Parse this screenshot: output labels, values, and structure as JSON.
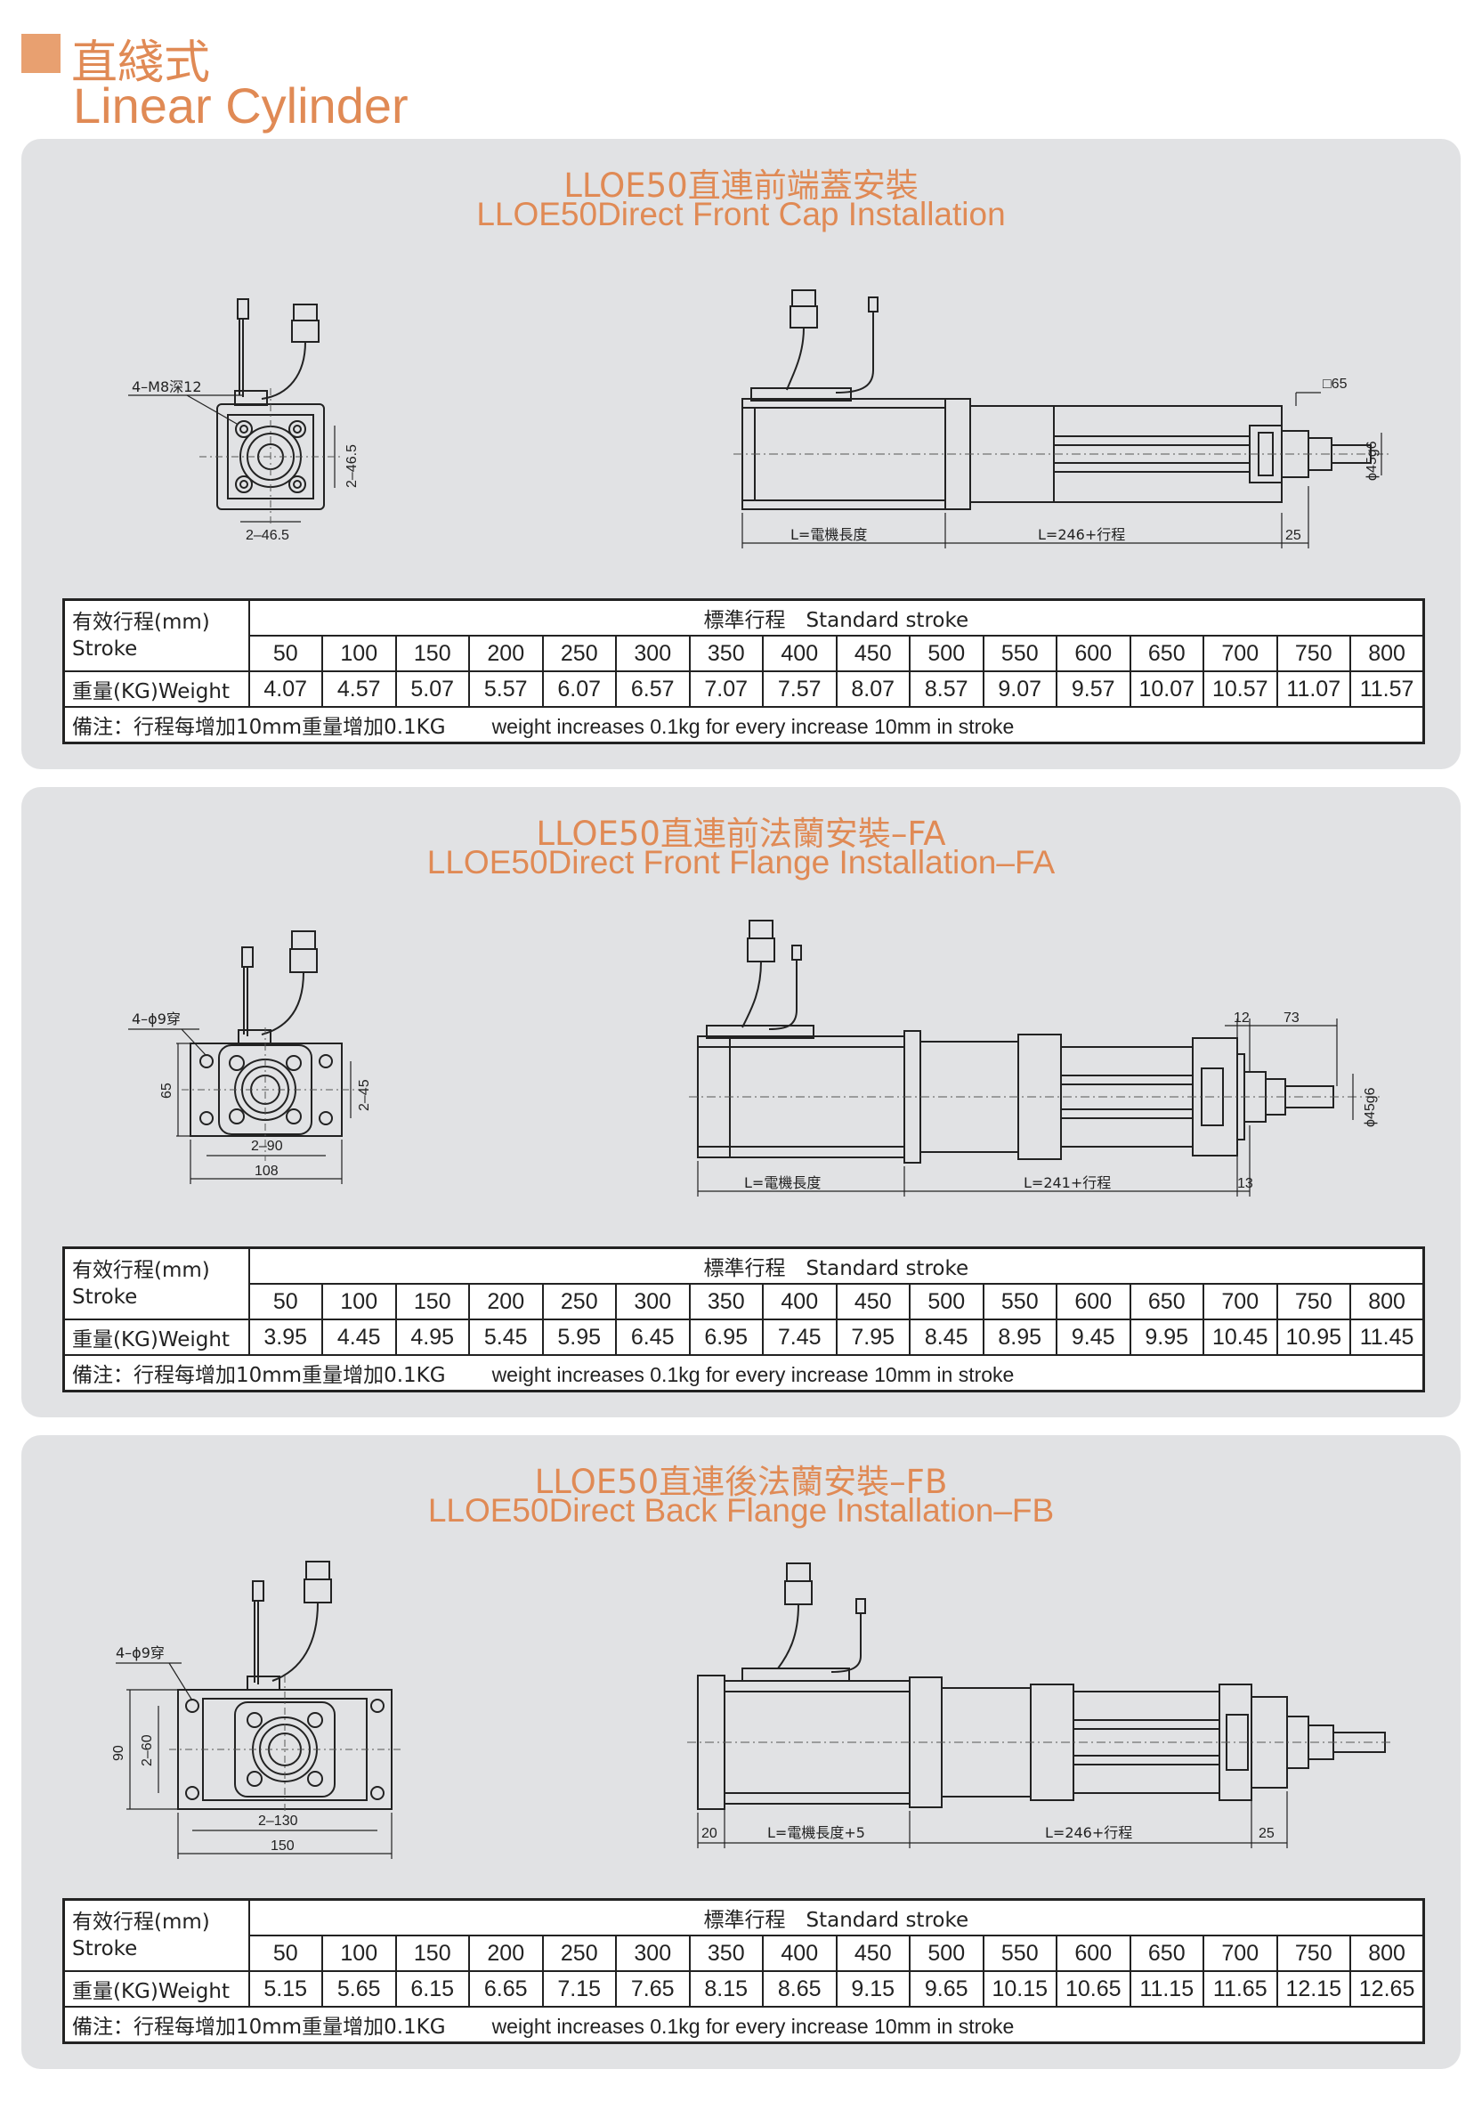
{
  "header": {
    "title_cn": "直綫式",
    "title_en": "Linear Cylinder"
  },
  "labels": {
    "stroke_cn": "有效行程(mm)",
    "stroke_en": "Stroke",
    "standard_stroke": "標準行程　Standard stroke",
    "weight": "重量(KG)Weight",
    "note_cn": "備注：行程每增加10mm重量增加0.1KG",
    "note_en": "weight increases 0.1kg for every increase 10mm in stroke"
  },
  "strokes": [
    "50",
    "100",
    "150",
    "200",
    "250",
    "300",
    "350",
    "400",
    "450",
    "500",
    "550",
    "600",
    "650",
    "700",
    "750",
    "800"
  ],
  "sections": [
    {
      "title_cn": "LLOE50直連前端蓋安裝",
      "title_en": "LLOE50Direct Front Cap Installation",
      "weights": [
        "4.07",
        "4.57",
        "5.07",
        "5.57",
        "6.07",
        "6.57",
        "7.07",
        "7.57",
        "8.07",
        "8.57",
        "9.07",
        "9.57",
        "10.07",
        "10.57",
        "11.07",
        "11.57"
      ],
      "dims": {
        "holes": "4–M8深12",
        "side_v": "2–46.5",
        "side_h": "2–46.5",
        "square": "□65",
        "motor_len": "L=電機長度",
        "body_len": "L=246+行程",
        "end": "25",
        "shaft": "ϕ45g6"
      }
    },
    {
      "title_cn": "LLOE50直連前法蘭安裝–FA",
      "title_en": "LLOE50Direct Front Flange Installation–FA",
      "weights": [
        "3.95",
        "4.45",
        "4.95",
        "5.45",
        "5.95",
        "6.45",
        "6.95",
        "7.45",
        "7.95",
        "8.45",
        "8.95",
        "9.45",
        "9.95",
        "10.45",
        "10.95",
        "11.45"
      ],
      "dims": {
        "holes": "4–ϕ9穿",
        "height": "65",
        "side_v": "2–45",
        "side_h": "2–90",
        "width": "108",
        "top_a": "12",
        "top_b": "73",
        "motor_len": "L=電機長度",
        "body_len": "L=241+行程",
        "end": "13",
        "shaft": "ϕ45g6"
      }
    },
    {
      "title_cn": "LLOE50直連後法蘭安裝–FB",
      "title_en": "LLOE50Direct Back Flange Installation–FB",
      "weights": [
        "5.15",
        "5.65",
        "6.15",
        "6.65",
        "7.15",
        "7.65",
        "8.15",
        "8.65",
        "9.15",
        "9.65",
        "10.15",
        "10.65",
        "11.15",
        "11.65",
        "12.15",
        "12.65"
      ],
      "dims": {
        "holes": "4–ϕ9穿",
        "height": "90",
        "side_v": "2–60",
        "side_h": "2–130",
        "width": "150",
        "flange": "20",
        "motor_len": "L=電機長度+5",
        "body_len": "L=246+行程",
        "end": "25"
      }
    }
  ]
}
